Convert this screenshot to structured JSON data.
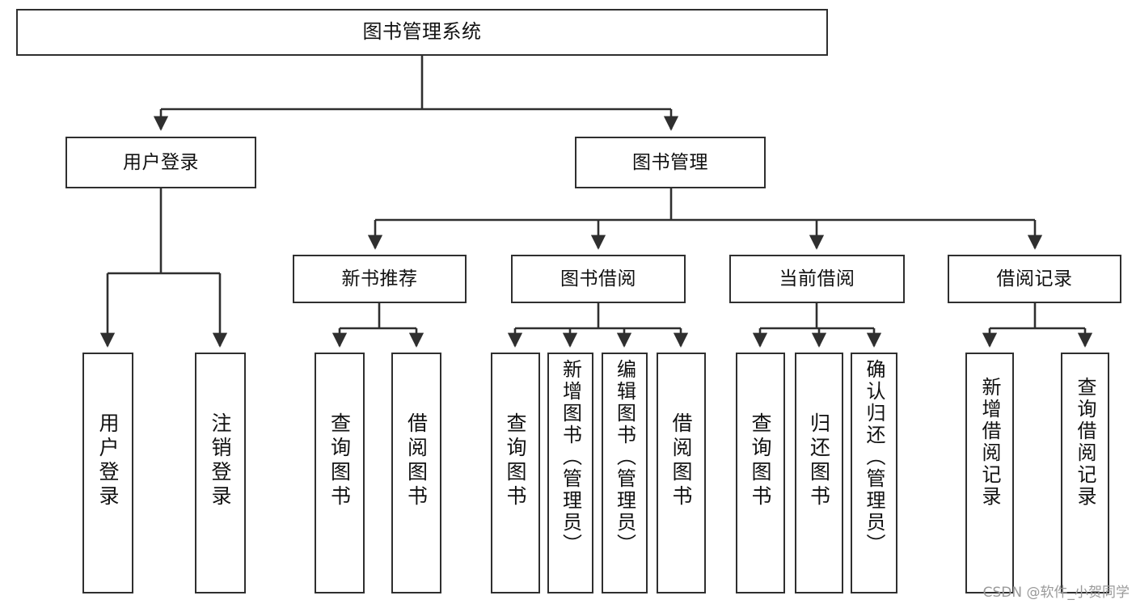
{
  "diagram": {
    "type": "tree",
    "title": "图书管理系统",
    "watermark": "CSDN @软件_小贺同学",
    "colors": {
      "stroke": "#2f2f2f",
      "fill": "#ffffff",
      "text": "#111111",
      "watermark": "#9a9a9a"
    },
    "nodes": {
      "root": {
        "label": "图书管理系统"
      },
      "level2": [
        {
          "id": "user-login",
          "label": "用户登录"
        },
        {
          "id": "book-manage",
          "label": "图书管理"
        }
      ],
      "level3": [
        {
          "id": "new-book-recommend",
          "label": "新书推荐"
        },
        {
          "id": "book-borrow",
          "label": "图书借阅"
        },
        {
          "id": "current-borrow",
          "label": "当前借阅"
        },
        {
          "id": "borrow-record",
          "label": "借阅记录"
        }
      ],
      "leaves": [
        {
          "id": "leaf-user-login",
          "label": "用户登录",
          "parent": "user-login"
        },
        {
          "id": "leaf-user-logout",
          "label": "注销登录",
          "parent": "user-login"
        },
        {
          "id": "leaf-query-book-1",
          "label": "查询图书",
          "parent": "new-book-recommend"
        },
        {
          "id": "leaf-borrow-book-1",
          "label": "借阅图书",
          "parent": "new-book-recommend"
        },
        {
          "id": "leaf-query-book-2",
          "label": "查询图书",
          "parent": "book-borrow"
        },
        {
          "id": "leaf-add-book",
          "label": "新增图书（管理员）",
          "parent": "book-borrow"
        },
        {
          "id": "leaf-edit-book",
          "label": "编辑图书（管理员）",
          "parent": "book-borrow"
        },
        {
          "id": "leaf-borrow-book-2",
          "label": "借阅图书",
          "parent": "book-borrow"
        },
        {
          "id": "leaf-query-book-3",
          "label": "查询图书",
          "parent": "current-borrow"
        },
        {
          "id": "leaf-return-book",
          "label": "归还图书",
          "parent": "current-borrow"
        },
        {
          "id": "leaf-confirm-return",
          "label": "确认归还（管理员）",
          "parent": "current-borrow"
        },
        {
          "id": "leaf-add-record",
          "label": "新增借阅记录",
          "parent": "borrow-record"
        },
        {
          "id": "leaf-query-record",
          "label": "查询借阅记录",
          "parent": "borrow-record"
        }
      ]
    }
  }
}
